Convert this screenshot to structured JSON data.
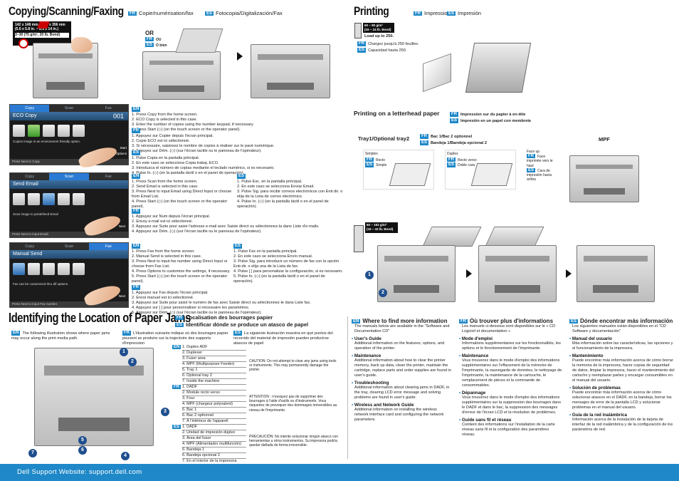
{
  "copy_section": {
    "title": "Copying/Scanning/Faxing",
    "fr": "Copie/numérisation/fax",
    "es": "Fotocopia/Digitalización/Fax",
    "size_note_1": "142 x 148 mm ~ 216 x 356 mm",
    "size_note_2": "(5.6 x 5.8 in. ~ 8.5 x 14 in.)",
    "size_note_3": "3~30 (75 g/m², 20 lb. Bond)",
    "or_en": "OR",
    "or_fr": "OU",
    "or_es": "O bien"
  },
  "printing_section": {
    "title": "Printing",
    "fr": "Impression",
    "es": "Impresión",
    "paper_weight": "60 ~ 90 g/m²",
    "paper_weight_2": "(16 ~ 24 lb. Bond)",
    "load": "Load up to 250.",
    "load_fr": "Chargez jusqu'à 250 feuilles.",
    "load_es": "Capacidad hasta 250."
  },
  "letterhead": {
    "title": "Printing on a letterhead paper",
    "fr": "Impression sur du papier à en-tête",
    "es": "Impresión en un papel con membrete",
    "tray_title": "Tray1/Optional tray2",
    "tray_fr": "Bac 1/Bac 2 optionnel",
    "tray_es": "Bandeja 1/Bandeja opcional 2",
    "mpf": "MPF",
    "simplex": "Simplex",
    "simplex_fr": "Recto",
    "simplex_es": "Simple",
    "duplex": "Duplex",
    "duplex_fr": "Recto verso",
    "duplex_es": "Doble cara",
    "faceup": "Face up",
    "faceup_fr": "Face imprimée vers le haut",
    "faceup_es": "Cara de impresión hacia arriba",
    "mpf_weight": "60 ~ 163 g/m²",
    "mpf_weight_2": "(16 ~ 43 lb. Bond)"
  },
  "lcd_copy": {
    "tabs": [
      "Copy",
      "Scan",
      "Fax"
    ],
    "title": "ECO Copy",
    "count": "001",
    "hint": "Copies image in an environment friendly option.",
    "bottom": "Press  Next  to Copy.",
    "start": "Start",
    "options": "Options"
  },
  "lcd_scan": {
    "tabs": [
      "Copy",
      "Scan",
      "Fax"
    ],
    "title": "Send Email",
    "hint": "Scan image to predefined Email",
    "bottom": "Press  Next  to input Email.",
    "next": "Next"
  },
  "lcd_fax": {
    "tabs": [
      "Copy",
      "Scan",
      "Fax"
    ],
    "title": "Manual Send",
    "hint": "Fax can be customized thru dif options.",
    "bottom": "Press  Next  to input Fax number.",
    "next": "Next"
  },
  "copy_steps": {
    "en": [
      "1. Press Copy from the home screen.",
      "2. ECO Copy is selected in this case.",
      "3. Enter the number of copies using the number keypad, if necessary.",
      "4. Press Start (◇) (on the touch screen or the operator panel)."
    ],
    "fr": [
      "1. Appuyez sur Copier depuis l'écran principal.",
      "2. Copie ECO est ici sélectionné.",
      "3. Si nécessaire, saisissez le nombre de copies à réaliser sur le pavé numérique.",
      "4. Appuyez sur Dém. (◇) (sur l'écran tactile ou le panneau de l'opérateur)."
    ],
    "es": [
      "1. Pulse Copia en la pantalla principal.",
      "2. En este caso se selecciona Copia trabaj. ECO.",
      "3. Introduzca el número de copias mediante el teclado numérico, si es necesario.",
      "4. Pulse In. (◇) (en la pantalla táctil o en el panel de operación)."
    ]
  },
  "scan_steps": {
    "en": [
      "1. Press Scan from the home screen.",
      "2. Send Email is selected in this case.",
      "3. Press Next to input Email using Direct Input or choose from Email List.",
      "4. Press Start (◇) (on the touch screen or the operator panel)."
    ],
    "es": [
      "1. Pulse Esc. en la pantalla principal.",
      "2. En este caso se selecciona Enviar Email.",
      "3. Pulse Sig. para recibir correos electrónicos con Entr.dir. o elija de la Lista de correo electrónico.",
      "4. Pulse In. (◇) (en la pantalla táctil o en el panel de operación)."
    ],
    "fr": [
      "1. Appuyez sur Num depuis l'écran principal.",
      "2. Envoy e-mail est ici sélectionné.",
      "3. Appuyez sur Suite pour saisir l'adresse e-mail avec Saisie direct ou sélectionnez-la dans Liste d'e-mails.",
      "4. Appuyez sur Dém. (◇) (sur l'écran tactile ou le panneau de l'opérateur)."
    ]
  },
  "fax_steps": {
    "en": [
      "1. Press Fax from the home screen.",
      "2. Manual Send is selected in this case.",
      "3. Press Next to input fax number using Direct Input or choose from Fax List.",
      "4. Press Options to customize the settings, if necessary.",
      "5. Press Start (◇) (on the touch screen or the operator panel)."
    ],
    "es": [
      "1. Pulse Fax en la pantalla principal.",
      "2. En este caso se selecciona Envío manual.",
      "3. Pulse Sig. para introducir un número de fax con la opción Entr.dir. o elija una de la Lista de fax.",
      "4. Pulse [  ] para personalizar la configuración, si es necesario.",
      "5. Pulse In. (◇) (en la pantalla táctil o en el panel de operación)."
    ],
    "fr": [
      "1. Appuyez sur Fax depuis l'écran principal.",
      "2. Envoi manuel est ici sélectionné.",
      "3. Appuyez sur Suite pour saisir le numéro de fax avec Saisie direct ou sélectionnez-le dans Liste fax.",
      "4. Appuyez sur [  ] pour personnaliser si nécessaire les paramètres.",
      "5. Appuyez sur Dém. (◇) (sur l'écran tactile ou le panneau de l'opérateur)."
    ]
  },
  "jams": {
    "title": "Identifying the Location of Paper Jams",
    "fr": "Localisation des bourrages papier",
    "es": "Identificar dónde se produce un atasco de papel",
    "intro_en": "The following illustration shows where paper jams may occur along the print media path.",
    "intro_fr": "L'illustration suivante indique où des bourrages papier peuvent se produire sur la trajectoire des supports d'impression",
    "intro_es": "La siguiente ilustración muestra en qué puntos del recorrido del material de impresión pueden producirse atascos de papel",
    "list_en": [
      "1. Duplex ADF",
      "2. Duplexer",
      "3. Fuser area",
      "4. MPF (Multipurpose Feeder)",
      "5. Tray 1",
      "6. Optional tray 2",
      "7. Inside the machine"
    ],
    "list_fr": [
      "1. DADF",
      "2. Module recto verso",
      "3. Four",
      "4. MPF (chargeur polyvalent)",
      "5. Bac 1",
      "6. Bac 2 optionnel",
      "7. À l'intérieur de l'appareil"
    ],
    "list_es": [
      "1. DADF",
      "2. Unidad de impresión dúplex",
      "3. Área del fusor",
      "4. MPF (Alimentador multifunción)",
      "5. Bandeja 1",
      "6. Bandeja opcional 2",
      "7. En el interior de la impresora"
    ],
    "caution_en": "CAUTION: Do not attempt to clear any jams using tools or instruments. This may permanently damage the printer.",
    "caution_fr": "ATTENTION : n'essayez pas de supprimer des bourrages à l'aide d'outils ou d'instruments. Vous risqueriez de provoquer des dommages irréversibles au niveau de l'imprimante.",
    "caution_es": "PRECAUCIÓN: No intente solucionar ningún atasco con herramientas u otros instrumentos. Su impresora podría quedar dañada de forma irreversible."
  },
  "info": {
    "en": {
      "title": "Where to find more information",
      "intro": "The manuals below are available in the \"Software and Documentation CD\"",
      "items": [
        {
          "name": "User's Guide",
          "desc": "Additional information on the features, options, and operation of the printer."
        },
        {
          "name": "Maintenance",
          "desc": "Additional information about how to clear the printer memory, back up data, clean the printer, maintain the cartridge, replace parts and order supplies are found in user's guide."
        },
        {
          "name": "Troubleshooting",
          "desc": "Additional information about clearing jams in DADF, in the tray, clearing LCD error message and solving problems are found in user's guide."
        },
        {
          "name": "Wireless and Network Guide",
          "desc": "Additional information on installing the wireless network interface card and configuring the network parameters."
        }
      ]
    },
    "fr": {
      "title": "Où trouver plus d'informations",
      "intro": "Les manuels ci-dessous sont disponibles sur le « CD Logiciel et documentation »",
      "items": [
        {
          "name": "Mode d'emploi",
          "desc": "Informations supplémentaires sur les fonctionnalités, les options et le fonctionnement de l'imprimante."
        },
        {
          "name": "Maintenance",
          "desc": "Vous trouverez dans le mode d'emploi des informations supplémentaires sur l'effacement de la mémoire de l'imprimante, la sauvegarde de données, le nettoyage de l'imprimante, la maintenance de la cartouche, le remplacement de pièces et la commande de consommables."
        },
        {
          "name": "Dépannage",
          "desc": "Vous trouverez dans le mode d'emploi des informations supplémentaires sur la suppression des bourrages dans le DADF et dans le bac, la suppression des messages d'erreur de l'écran LCD et la résolution de problèmes."
        },
        {
          "name": "Guide sans fil et réseau",
          "desc": "Contient des informations sur l'installation de la carte réseau sans fil et la configuration des paramètres réseau."
        }
      ]
    },
    "es": {
      "title": "Dónde encontrar más información",
      "intro": "Los siguientes manuales están disponibles en el \"CD Software y documentación\"",
      "items": [
        {
          "name": "Manual del usuario",
          "desc": "Más información sobre las características, las opciones y el funcionamiento de la impresora."
        },
        {
          "name": "Mantenimiento",
          "desc": "Puede encontrar más información acerca de cómo borrar la memoria de la impresora, hacer copias de seguridad de datos, limpiar la impresora, hacer el mantenimiento del cartucho y reemplazar partes y encargar consumibles en el manual del usuario."
        },
        {
          "name": "Solución de problemas",
          "desc": "Puede encontrar más información acerca de cómo solucionar atascos en el DADF, en la bandeja, borrar los mensajes de error de la pantalla LCD y solucionar problemas en el manual del usuario."
        },
        {
          "name": "Guía de la red inalámbrica",
          "desc": "Información acerca de la instalación de la tarjeta de interfaz de la red inalámbrica y de la configuración de los parámetros de red."
        }
      ]
    }
  },
  "footer": {
    "text": "Dell Support Website: support.dell.com"
  },
  "lang": {
    "fr": "FR",
    "es": "ES",
    "en": "EN"
  },
  "colors": {
    "footer_bg": "#1e88c8",
    "tag_bg": "#1e88c8",
    "lcd_tab": "#2b7bd4"
  }
}
